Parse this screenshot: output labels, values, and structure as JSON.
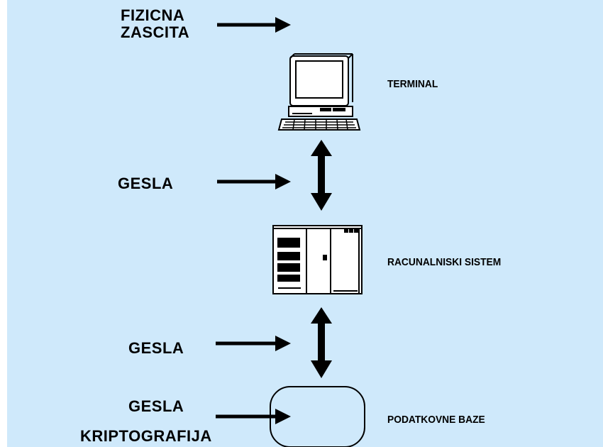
{
  "diagram": {
    "labels": {
      "fizicna_line1": "FIZICNA",
      "fizicna_line2": "ZASCITA",
      "gesla_1": "GESLA",
      "gesla_2": "GESLA",
      "gesla_3": "GESLA",
      "kriptografija": "KRIPTOGRAFIJA",
      "terminal": "TERMINAL",
      "racunalniski_sistem": "RACUNALNISKI SISTEM",
      "podatkovne_baze": "PODATKOVNE BAZE"
    },
    "icons": {
      "terminal": "computer-terminal-icon",
      "system": "server-cabinet-icon",
      "database": "rounded-database-shape"
    },
    "colors": {
      "background": "#cfe9fb",
      "ink": "#000000"
    }
  }
}
